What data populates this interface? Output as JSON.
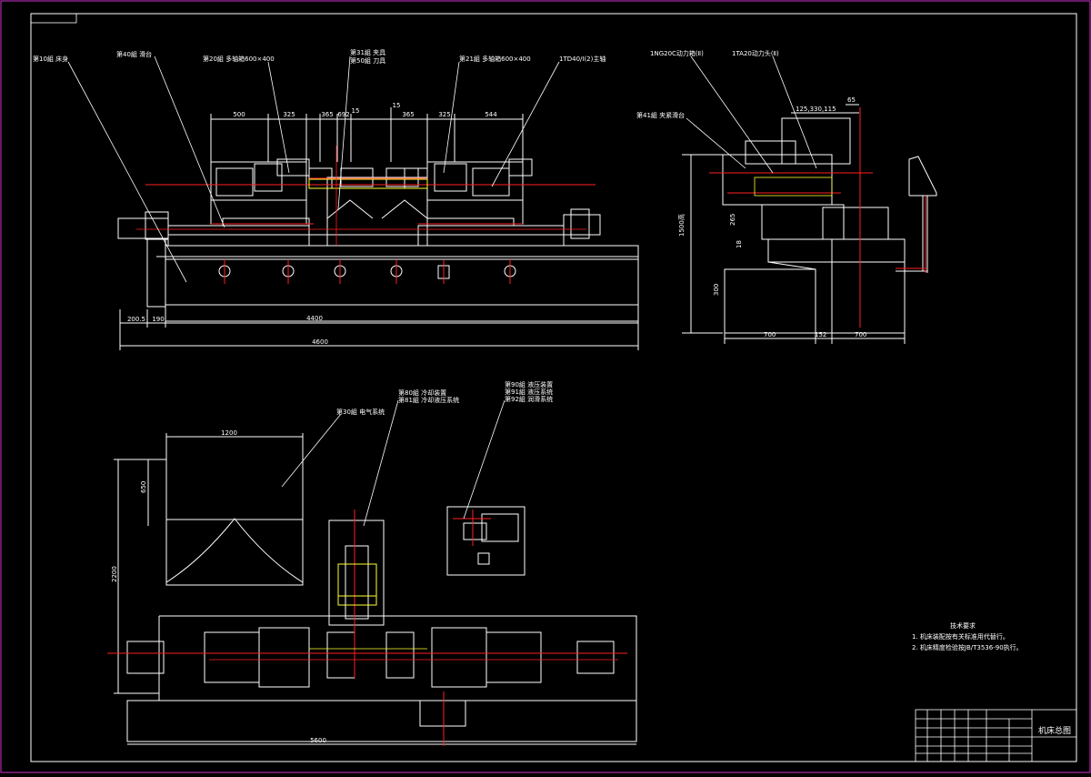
{
  "palette": {
    "background": "#000000",
    "outline": "#ffffff",
    "centerline": "#ff2020",
    "yellow": "#ffff33",
    "magenta": "#cc33cc"
  },
  "callouts": {
    "base": "第10組 床身",
    "slide_table": "第40組 滑台",
    "left_head": "第20組 多轴箱600×400",
    "fixture": "第31組 夹具",
    "fixture_sub": "第50組 刀具",
    "right_head": "第21組 多轴箱600×400",
    "power_unit_r": "1TD40/Ⅰ(2)主轴",
    "side_power": "1NG20C动力箱(Ⅱ)",
    "side_head": "1TA20动力头(Ⅱ)",
    "side_bridge": "第41組 夹紧滑台",
    "electrical": "第30組 电气系统",
    "coolant": "第80組 冷却装置",
    "coolant_sub": "第81組 冷却液压系统",
    "hydraulic": "第90組 液压装置",
    "hydraulic_sub1": "第91組 液压系统",
    "hydraulic_sub2": "第92組 润滑系统"
  },
  "dims_front": {
    "d500": "500",
    "d325a": "325",
    "d365a": "365",
    "d692": "692",
    "d15a": "15",
    "d15b": "15",
    "d365b": "365",
    "d325b": "325",
    "d544": "544",
    "d4400": "4400",
    "d4600": "4600",
    "d2005": "200.5",
    "d190": "190"
  },
  "dims_side": {
    "d65": "65",
    "d125": "125,330,115",
    "dh": "1500高",
    "d265": "265",
    "d18": "18",
    "d300": "300",
    "d700a": "700",
    "d152": "152",
    "d700b": "700"
  },
  "dims_plan": {
    "d1200": "1200",
    "d650": "650",
    "d2200": "2200",
    "d5600": "5600"
  },
  "notes": {
    "title": "技术要求",
    "line1": "1. 机床装配按有关标准用代替行。",
    "line2": "2. 机床精度检验按JB/T3536-90执行。"
  },
  "titleblock": {
    "drawing_title": "机床总图"
  }
}
